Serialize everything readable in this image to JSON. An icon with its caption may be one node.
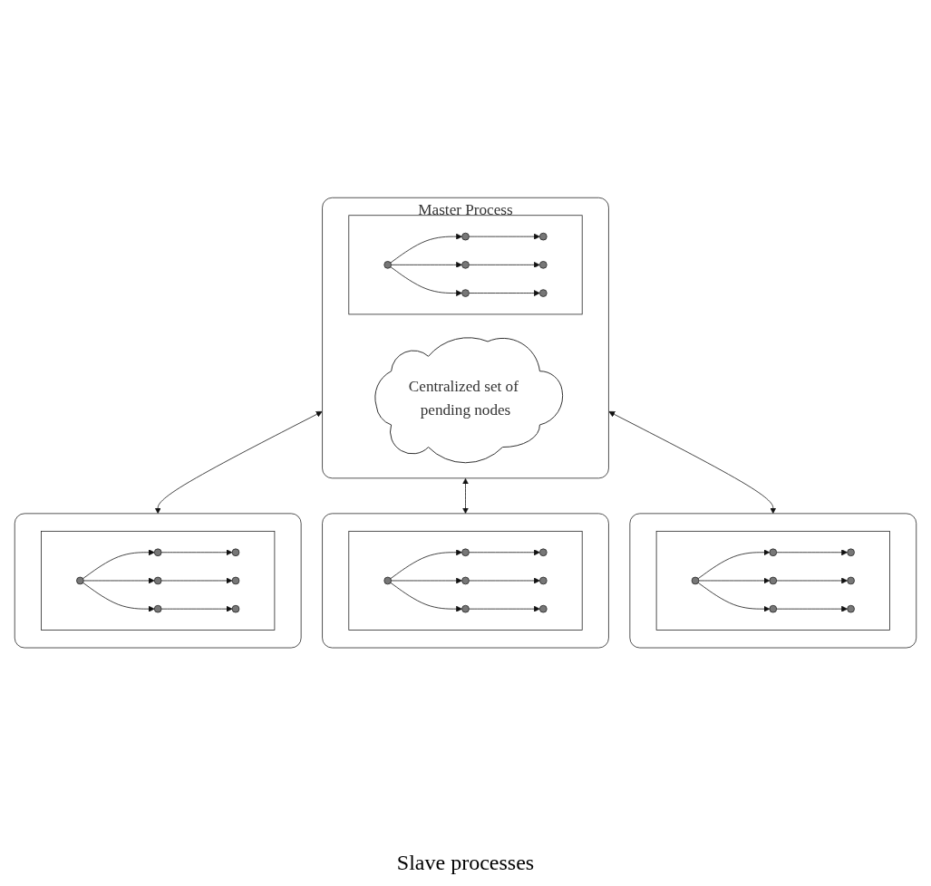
{
  "diagram": {
    "nodes": [
      {
        "text": [
          "Master Process"
        ]
      },
      {
        "text": [
          "Centralized set of pending nodes"
        ],
        "in": 0
      },
      {
        "text": [],
        "shape": "box",
        "in": 0
      },
      {
        "text": [],
        "shape": "circle",
        "in": 2
      },
      {
        "text": [],
        "shape": "circle",
        "in": 2
      },
      {
        "text": [],
        "shape": "circle",
        "in": 2
      },
      {
        "text": [],
        "shape": "circle",
        "in": 2
      },
      {
        "text": [],
        "shape": "circle",
        "in": 2
      },
      {
        "text": [],
        "shape": "circle",
        "in": 2
      },
      {
        "text": [],
        "shape": "circle",
        "in": 2
      },
      {
        "text": [],
        "shape": "box"
      },
      {
        "text": [],
        "shape": "box",
        "in": 10
      },
      {
        "text": [],
        "shape": "circle",
        "in": 11
      },
      {
        "text": [],
        "shape": "circle",
        "in": 11
      },
      {
        "text": [],
        "shape": "circle",
        "in": 11
      },
      {
        "text": [],
        "shape": "circle",
        "in": 11
      },
      {
        "text": [],
        "shape": "circle",
        "in": 11
      },
      {
        "text": [],
        "shape": "circle",
        "in": 11
      },
      {
        "text": [],
        "shape": "circle",
        "in": 11
      },
      {
        "text": [],
        "shape": "box"
      },
      {
        "text": [],
        "shape": "box",
        "in": 19
      },
      {
        "text": [],
        "shape": "circle",
        "in": 20
      },
      {
        "text": [],
        "shape": "circle",
        "in": 20
      },
      {
        "text": [],
        "shape": "circle",
        "in": 20
      },
      {
        "text": [],
        "shape": "circle",
        "in": 20
      },
      {
        "text": [],
        "shape": "circle",
        "in": 20
      },
      {
        "text": [],
        "shape": "circle",
        "in": 20
      },
      {
        "text": [],
        "shape": "circle",
        "in": 20
      },
      {
        "text": [],
        "shape": "box"
      },
      {
        "text": [],
        "shape": "box",
        "in": 28
      },
      {
        "text": [],
        "shape": "circle",
        "in": 29
      },
      {
        "text": [],
        "shape": "circle",
        "in": 29
      },
      {
        "text": [],
        "shape": "circle",
        "in": 29
      },
      {
        "text": [],
        "shape": "circle",
        "in": 29
      },
      {
        "text": [],
        "shape": "circle",
        "in": 29
      },
      {
        "text": [],
        "shape": "circle",
        "in": 29
      },
      {
        "text": [],
        "shape": "circle",
        "in": 29
      }
    ],
    "edges": [
      {
        "from": 3,
        "to": 4,
        "arrow": "to"
      },
      {
        "from": 3,
        "to": 5,
        "arrow": "to"
      },
      {
        "from": 3,
        "to": 6,
        "arrow": "to"
      },
      {
        "from": 4,
        "to": 7,
        "arrow": "to"
      },
      {
        "from": 5,
        "to": 8,
        "arrow": "to"
      },
      {
        "from": 6,
        "to": 9,
        "arrow": "to"
      },
      {
        "from": 12,
        "to": 13,
        "arrow": "to"
      },
      {
        "from": 12,
        "to": 14,
        "arrow": "to"
      },
      {
        "from": 12,
        "to": 15,
        "arrow": "to"
      },
      {
        "from": 13,
        "to": 16,
        "arrow": "to"
      },
      {
        "from": 14,
        "to": 17,
        "arrow": "to"
      },
      {
        "from": 15,
        "to": 18,
        "arrow": "to"
      },
      {
        "from": 21,
        "to": 22,
        "arrow": "to"
      },
      {
        "from": 21,
        "to": 23,
        "arrow": "to"
      },
      {
        "from": 21,
        "to": 24,
        "arrow": "to"
      },
      {
        "from": 22,
        "to": 25,
        "arrow": "to"
      },
      {
        "from": 23,
        "to": 26,
        "arrow": "to"
      },
      {
        "from": 24,
        "to": 27,
        "arrow": "to"
      },
      {
        "from": 30,
        "to": 31,
        "arrow": "to"
      },
      {
        "from": 30,
        "to": 32,
        "arrow": "to"
      },
      {
        "from": 30,
        "to": 33,
        "arrow": "to"
      },
      {
        "from": 31,
        "to": 34,
        "arrow": "to"
      },
      {
        "from": 32,
        "to": 35,
        "arrow": "to"
      },
      {
        "from": 33,
        "to": 36,
        "arrow": "to"
      },
      {
        "from": 0,
        "to": 10,
        "arrow": "both"
      },
      {
        "from": 0,
        "to": 19,
        "arrow": "both"
      },
      {
        "from": 0,
        "to": 28,
        "arrow": "both"
      }
    ],
    "labels": [
      "Slave processes"
    ]
  }
}
